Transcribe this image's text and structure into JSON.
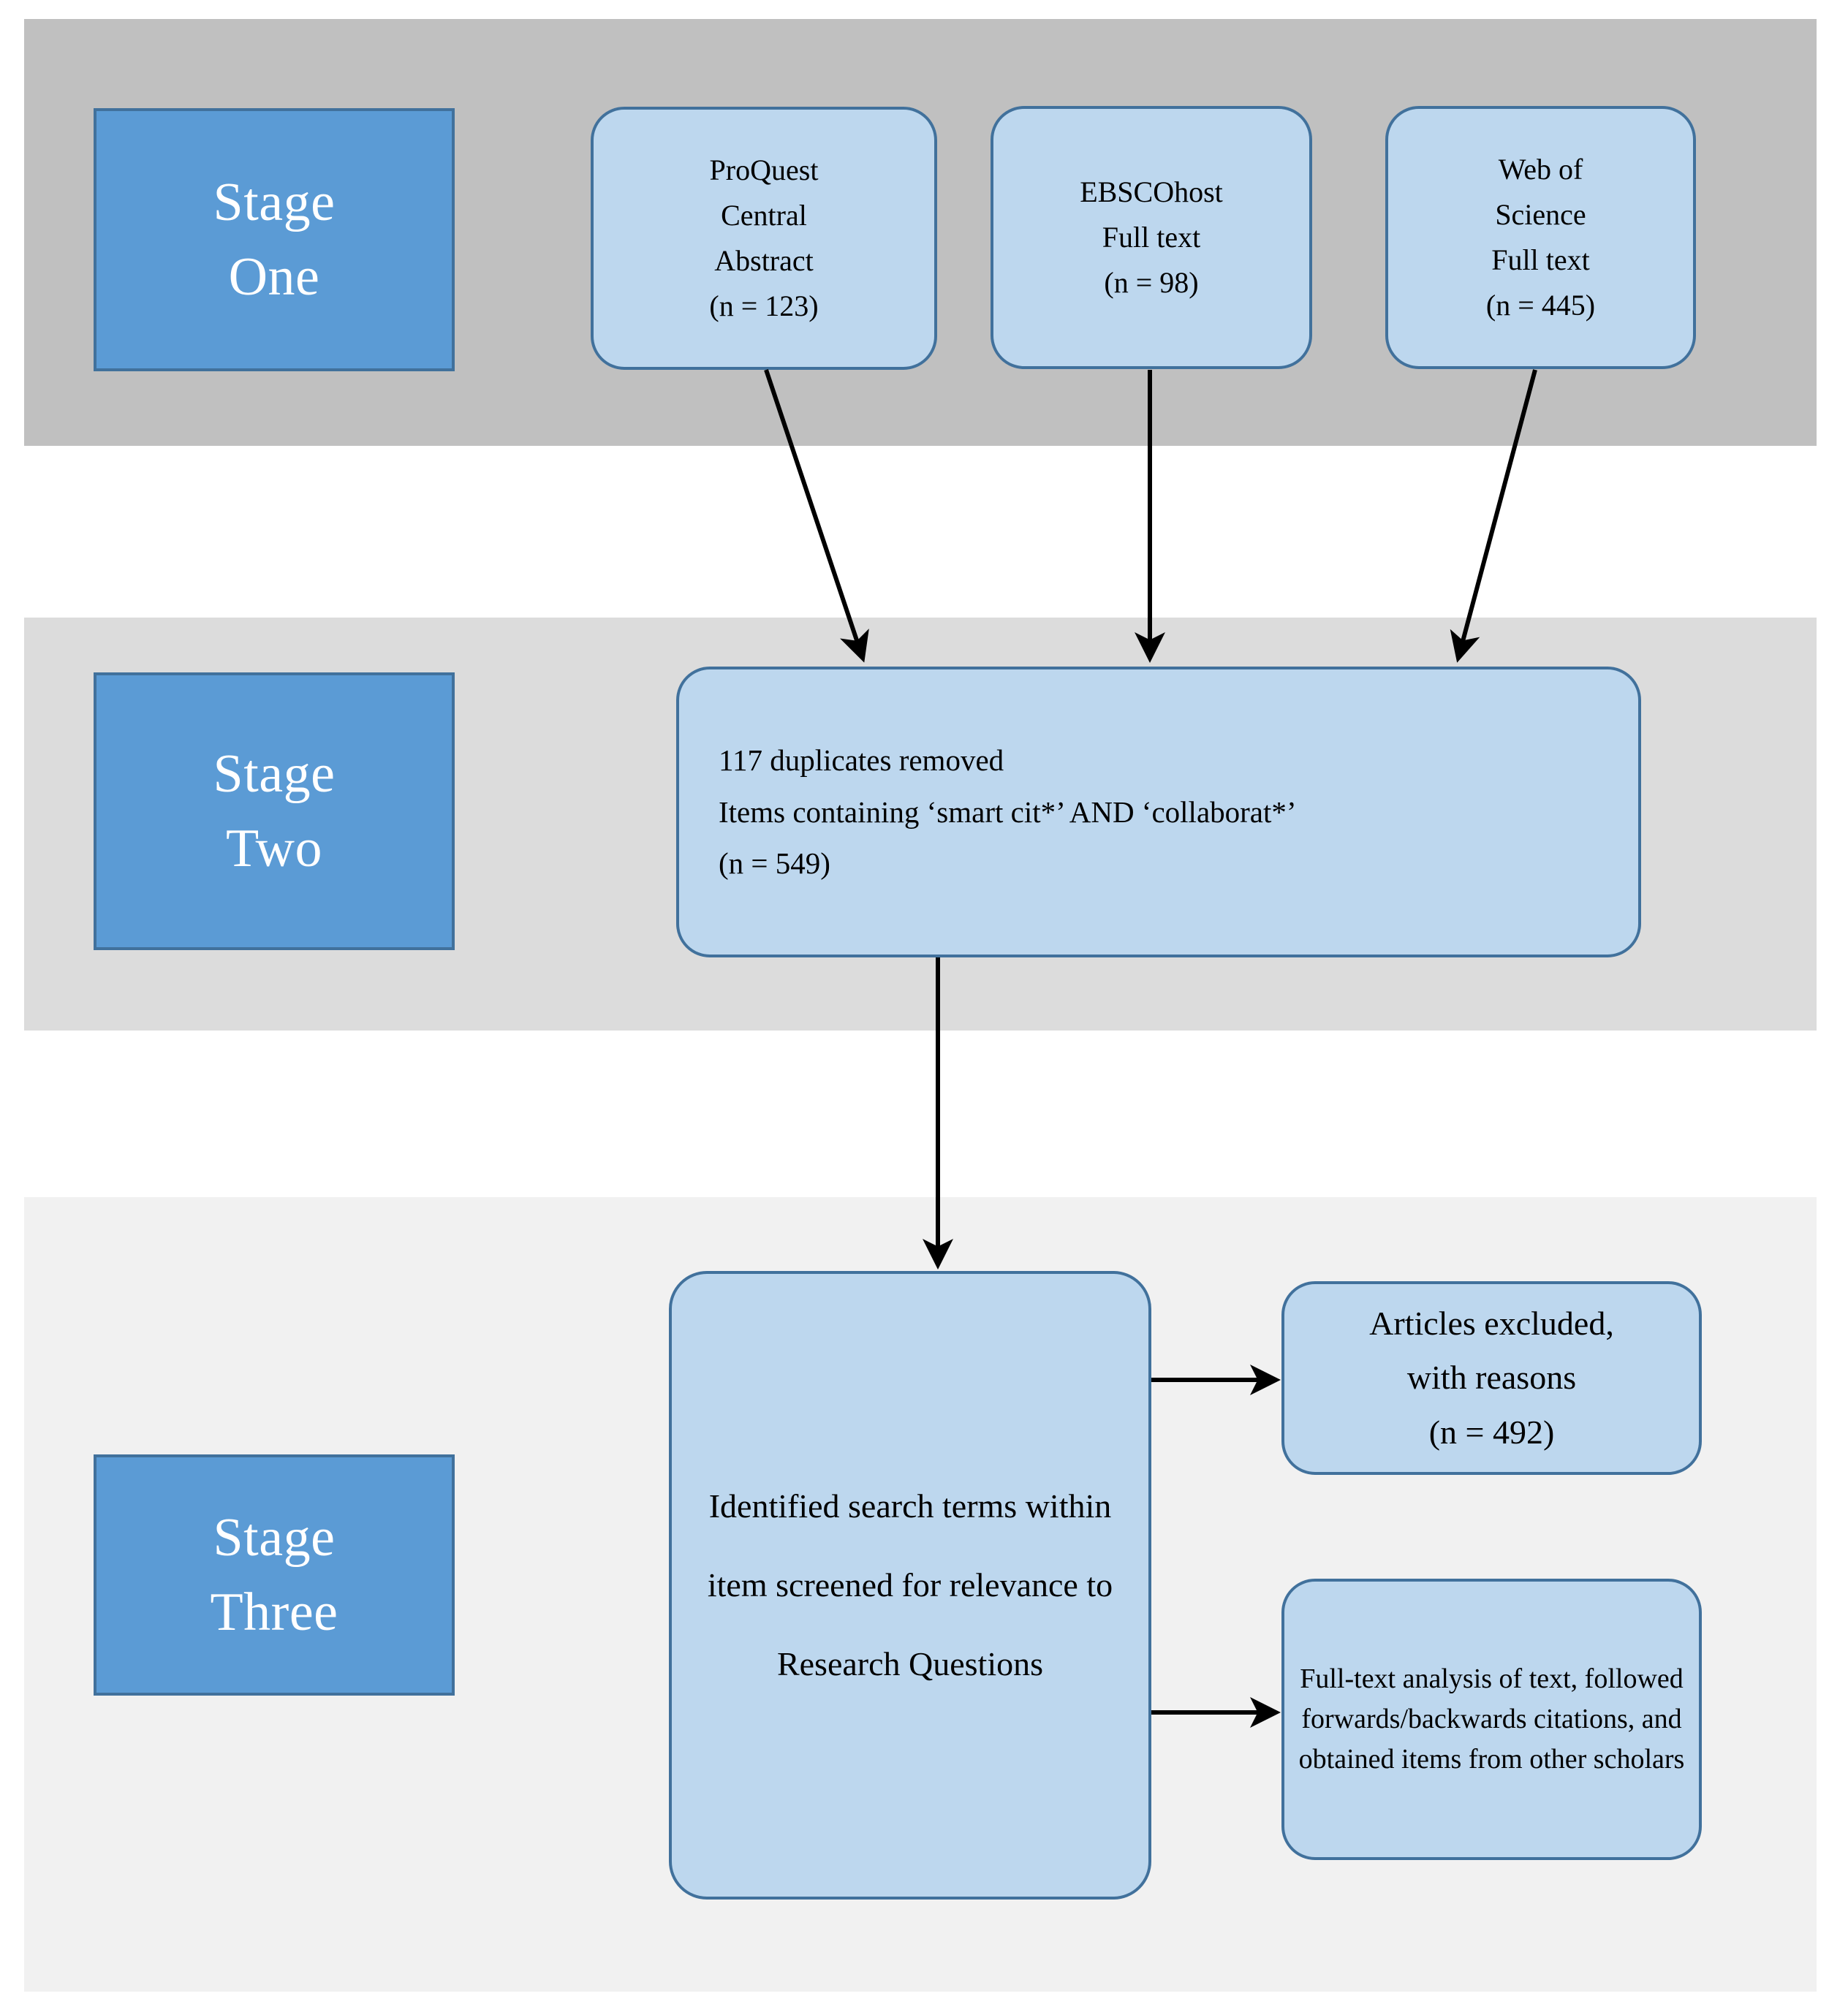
{
  "diagram": {
    "title": "Three-stage literature search and screening flow",
    "colors": {
      "band_stage_one": "#c0c0c0",
      "band_stage_two": "#dcdcdc",
      "band_stage_three": "#f1f1f1",
      "stage_label_fill": "#5b9bd5",
      "stage_label_border": "#41719c",
      "node_fill": "#bdd7ee",
      "node_border": "#41719c",
      "arrow": "#000000",
      "page_background": "#ffffff"
    }
  },
  "stages": [
    {
      "id": "one",
      "label": "Stage\nOne"
    },
    {
      "id": "two",
      "label": "Stage\nTwo"
    },
    {
      "id": "three",
      "label": "Stage\nThree"
    }
  ],
  "nodes": {
    "proquest": {
      "text": "ProQuest\nCentral\nAbstract\n(n = 123)",
      "count": 123,
      "source": "ProQuest Central",
      "scope": "Abstract"
    },
    "ebscohost": {
      "text": "EBSCOhost\nFull text\n(n = 98)",
      "count": 98,
      "source": "EBSCOhost",
      "scope": "Full text"
    },
    "web_of_science": {
      "text": "Web of\nScience\nFull text\n(n = 445)",
      "count": 445,
      "source": "Web of Science",
      "scope": "Full text"
    },
    "duplicates": {
      "text": "117 duplicates removed\nItems containing ‘smart cit*’ AND ‘collaborat*’\n(n = 549)",
      "duplicates_removed": 117,
      "count": 549
    },
    "screened": {
      "text": "Identified search terms within item screened for relevance to Research Questions"
    },
    "excluded": {
      "text": "Articles excluded,\nwith reasons\n(n = 492)",
      "count": 492
    },
    "full_text": {
      "text": "Full-text analysis of text, followed forwards/backwards citations, and obtained items from other scholars"
    }
  },
  "edges": [
    {
      "from": "proquest",
      "to": "duplicates",
      "kind": "arrow"
    },
    {
      "from": "ebscohost",
      "to": "duplicates",
      "kind": "arrow"
    },
    {
      "from": "web_of_science",
      "to": "duplicates",
      "kind": "arrow"
    },
    {
      "from": "duplicates",
      "to": "screened",
      "kind": "arrow"
    },
    {
      "from": "screened",
      "to": "excluded",
      "kind": "arrow"
    },
    {
      "from": "screened",
      "to": "full_text",
      "kind": "arrow"
    }
  ]
}
